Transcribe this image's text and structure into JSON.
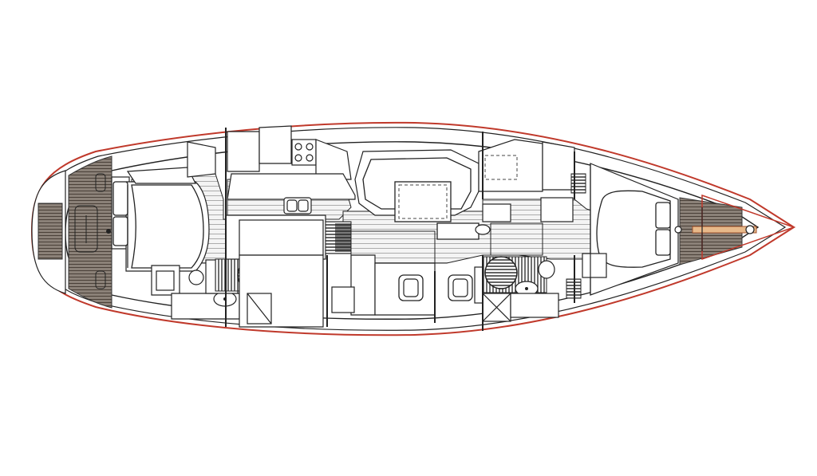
{
  "diagram": {
    "kind": "sailboat-interior-layout-plan",
    "colors": {
      "background": "#ffffff",
      "line": "#222222",
      "hull_rubrail": "#c0392b",
      "teak_deck": "#6b5f54",
      "bowsprit": "#e8b98a"
    },
    "icons": [
      "hull",
      "transom-swim-platform",
      "aft-cabin-berth",
      "galley",
      "stove",
      "sink",
      "saloon-settee",
      "dining-table",
      "chart-table",
      "forward-cabin-berth",
      "head",
      "shower-grate",
      "bow-anchor-platform"
    ]
  }
}
